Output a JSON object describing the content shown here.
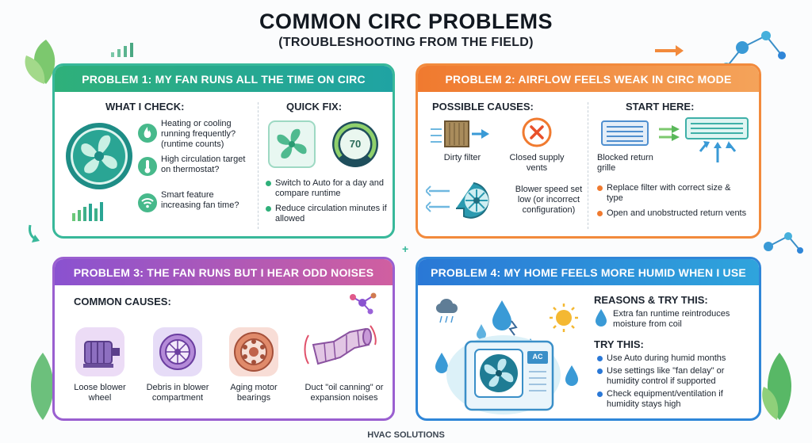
{
  "header": {
    "title": "COMMON CIRC PROBLEMS",
    "subtitle": "(TROUBLESHOOTING FROM THE FIELD)"
  },
  "footer": "HVAC SOLUTIONS",
  "colors": {
    "green": "#2fb07a",
    "orange": "#f07a2f",
    "purple": "#8a52d0",
    "blue": "#2a78d6"
  },
  "problem1": {
    "heading": "PROBLEM 1:  MY FAN RUNS ALL THE TIME ON CIRC",
    "what_label": "WHAT I CHECK:",
    "checks": [
      "Heating or cooling running frequently? (runtime counts)",
      "High circulation target on thermostat?",
      "Smart feature increasing fan time?"
    ],
    "fix_label": "QUICK FIX:",
    "thermostat_value": "70",
    "fixes": [
      "Switch to Auto for a day and compare runtime",
      "Reduce circulation minutes if allowed"
    ]
  },
  "problem2": {
    "heading": "PROBLEM 2:  AIRFLOW FEELS WEAK IN CIRC MODE",
    "causes_label": "POSSIBLE CAUSES:",
    "dirty_filter": "Dirty filter",
    "closed_vents": "Closed supply vents",
    "blower_speed": "Blower speed set low (or incorrect configuration)",
    "start_label": "START HERE:",
    "blocked_grille": "Blocked return grille",
    "actions": [
      "Replace filter with correct size & type",
      "Open and unobstructed return vents"
    ]
  },
  "problem3": {
    "heading": "PROBLEM 3: THE FAN RUNS BUT I HEAR ODD NOISES",
    "causes_label": "COMMON CAUSES:",
    "causes": [
      "Loose blower wheel",
      "Debris in blower compartment",
      "Aging motor bearings",
      "Duct \"oil canning\" or expansion noises"
    ]
  },
  "problem4": {
    "heading": "PROBLEM 4: MY HOME FEELS MORE HUMID WHEN I USE",
    "reasons_label": "REASONS & TRY THIS:",
    "reason": "Extra fan runtime reintroduces moisture from coil",
    "try_label": "TRY THIS:",
    "ac_label": "AC",
    "tips": [
      "Use Auto during humid months",
      "Use settings like \"fan delay\" or humidity control if supported",
      "Check equipment/ventilation if humidity stays high"
    ]
  }
}
